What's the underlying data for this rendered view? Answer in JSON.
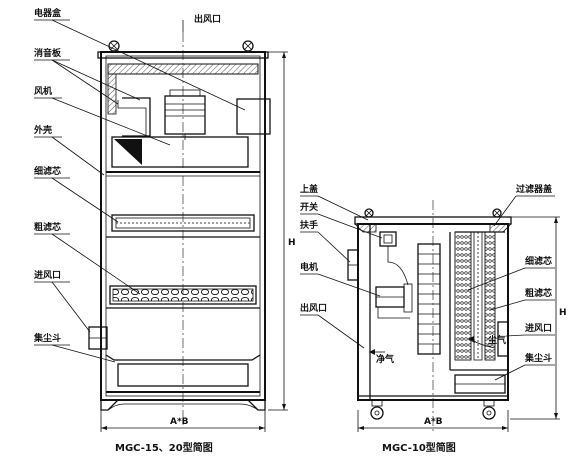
{
  "left_diagram": {
    "caption": "MGC-15、20型简图",
    "outlet_label": "出风口",
    "labels": {
      "electric_box": "电器盒",
      "silencer": "消音板",
      "fan": "风机",
      "shell": "外壳",
      "fine_filter": "细滤芯",
      "coarse_filter": "粗滤芯",
      "inlet": "进风口",
      "dust_hopper": "集尘斗"
    },
    "width_dim": "A*B",
    "height_dim": "H"
  },
  "right_diagram": {
    "caption": "MGC-10型简图",
    "labels": {
      "top_cover": "上盖",
      "switch": "开关",
      "handle": "扶手",
      "motor": "电机",
      "outlet": "出风口",
      "filter_cover": "过滤器盖",
      "fine_filter": "细滤芯",
      "coarse_filter": "粗滤芯",
      "inlet": "进风口",
      "dust_hopper": "集尘斗",
      "clean_air": "净气",
      "dust_air": "尘气"
    },
    "width_dim": "A*B",
    "height_dim": "H"
  }
}
